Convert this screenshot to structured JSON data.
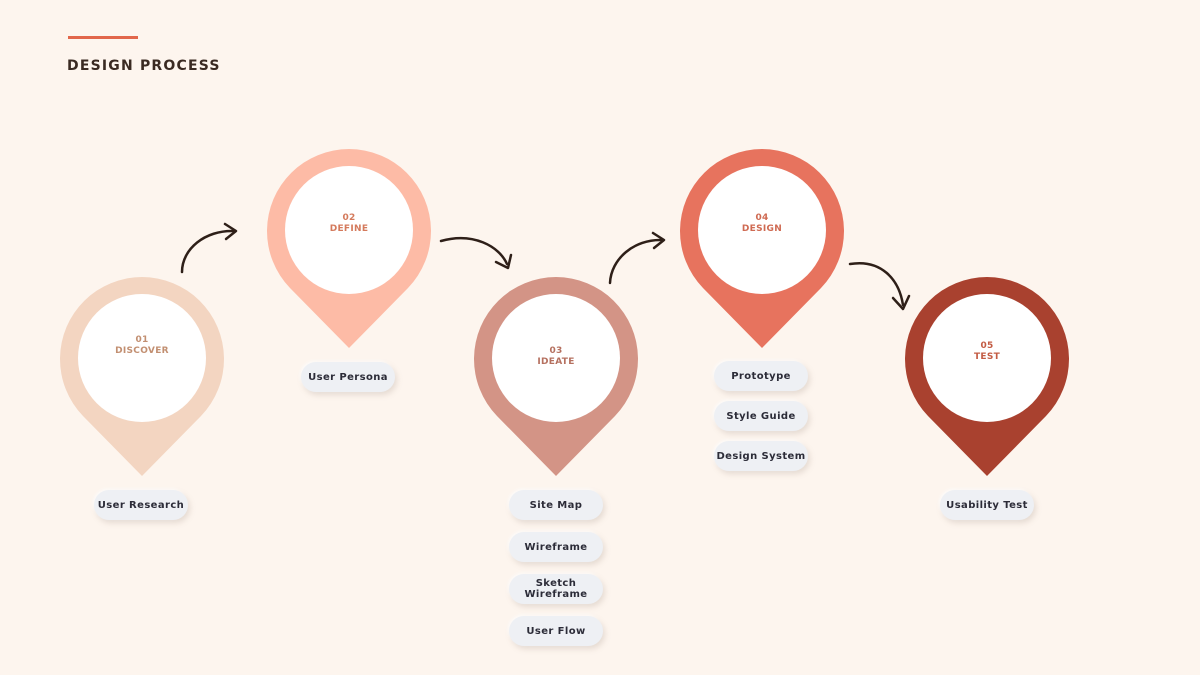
{
  "header": {
    "title": "DESIGN PROCESS",
    "accent_color": "#e2674b"
  },
  "steps": [
    {
      "number": "01",
      "name": "DISCOVER",
      "color": "#f3d5c1",
      "text_color": "#c28f71",
      "items": [
        "User Research"
      ]
    },
    {
      "number": "02",
      "name": "DEFINE",
      "color": "#fdbba6",
      "text_color": "#d47a5c",
      "items": [
        "User Persona"
      ]
    },
    {
      "number": "03",
      "name": "IDEATE",
      "color": "#d39486",
      "text_color": "#b5705f",
      "items": [
        "Site Map",
        "Wireframe",
        "Sketch\nWireframe",
        "User Flow"
      ]
    },
    {
      "number": "04",
      "name": "DESIGN",
      "color": "#e7735e",
      "text_color": "#cf6a52",
      "items": [
        "Prototype",
        "Style Guide",
        "Design System"
      ]
    },
    {
      "number": "05",
      "name": "TEST",
      "color": "#a9412f",
      "text_color": "#c35c44",
      "items": [
        "Usability Test"
      ]
    }
  ]
}
